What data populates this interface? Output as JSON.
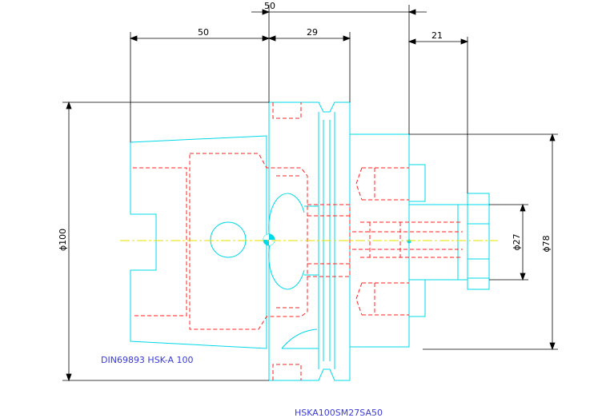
{
  "drawing": {
    "dimensions": {
      "top_overall": "50",
      "left_length": "50",
      "middle_length": "29",
      "right_length": "21",
      "dia_flange": "ϕ100",
      "dia_body": "ϕ78",
      "dia_bore": "ϕ27"
    },
    "labels": {
      "standard": "DIN69893 HSK-A 100",
      "part_number": "HSKA100SM27SA50"
    },
    "colors": {
      "outline": "#00d8e8",
      "hidden": "#ff2020",
      "dimension": "#000000",
      "centerline": "#e8e000",
      "label": "#3a3ad8"
    }
  }
}
